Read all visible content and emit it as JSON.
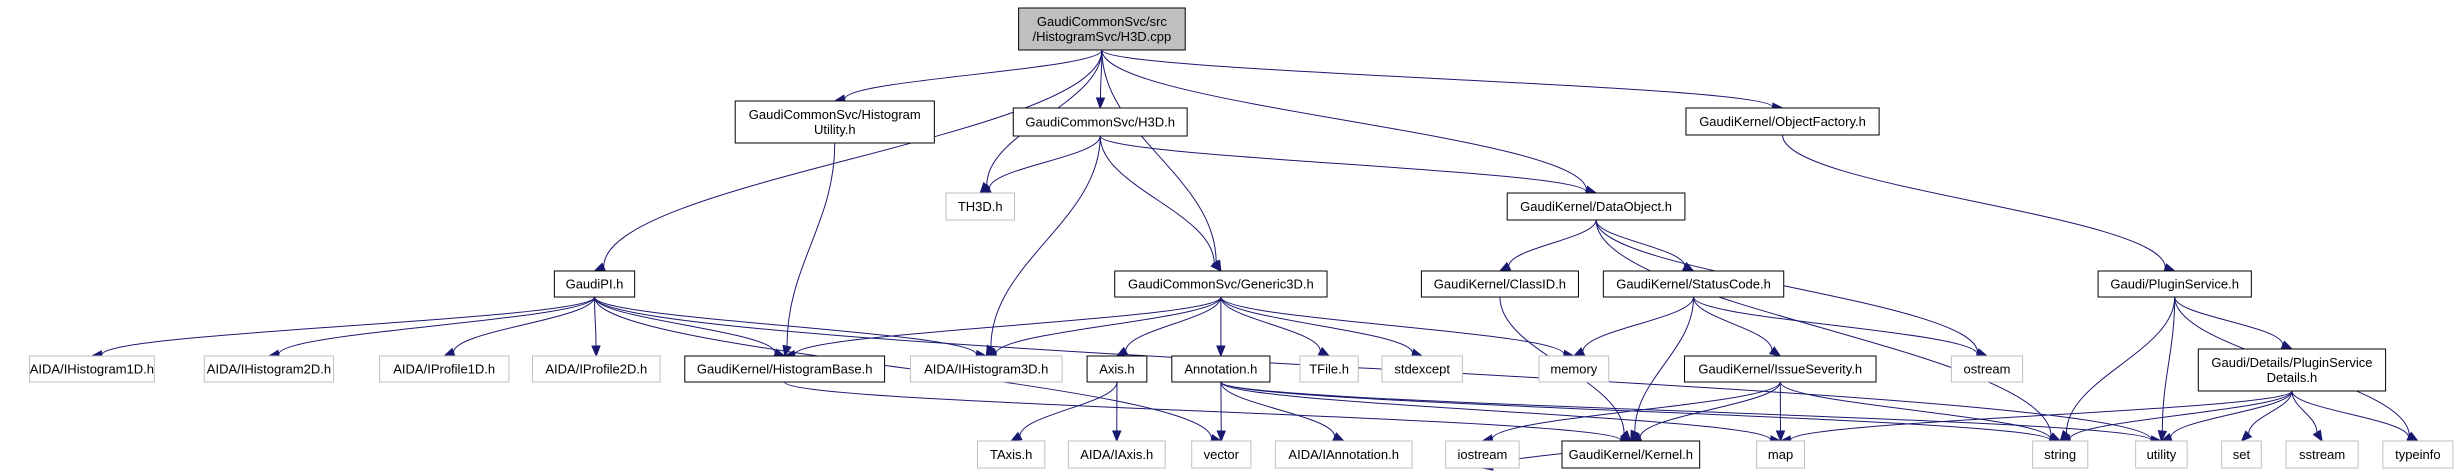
{
  "title": "GaudiCommonSvc/src/HistogramSvc/H3D.cpp include dependency graph",
  "colors": {
    "edge": "#191970",
    "root_fill": "#bfbfbf",
    "documented_border": "#000000",
    "external_border": "#bfbfbf"
  },
  "nodes": [
    {
      "id": "root",
      "lines": [
        "GaudiCommonSvc/src",
        "/HistogramSvc/H3D.cpp"
      ],
      "kind": "root"
    },
    {
      "id": "histutil",
      "lines": [
        "GaudiCommonSvc/Histogram",
        "Utility.h"
      ],
      "kind": "doc"
    },
    {
      "id": "h3dh",
      "lines": [
        "GaudiCommonSvc/H3D.h"
      ],
      "kind": "doc"
    },
    {
      "id": "objfactory",
      "lines": [
        "GaudiKernel/ObjectFactory.h"
      ],
      "kind": "doc"
    },
    {
      "id": "th3d",
      "lines": [
        "TH3D.h"
      ],
      "kind": "ext"
    },
    {
      "id": "dataobject",
      "lines": [
        "GaudiKernel/DataObject.h"
      ],
      "kind": "doc"
    },
    {
      "id": "gaudipi",
      "lines": [
        "GaudiPI.h"
      ],
      "kind": "doc"
    },
    {
      "id": "generic3d",
      "lines": [
        "GaudiCommonSvc/Generic3D.h"
      ],
      "kind": "doc"
    },
    {
      "id": "classid",
      "lines": [
        "GaudiKernel/ClassID.h"
      ],
      "kind": "doc"
    },
    {
      "id": "statuscode",
      "lines": [
        "GaudiKernel/StatusCode.h"
      ],
      "kind": "doc"
    },
    {
      "id": "pluginservice",
      "lines": [
        "Gaudi/PluginService.h"
      ],
      "kind": "doc"
    },
    {
      "id": "ih1d",
      "lines": [
        "AIDA/IHistogram1D.h"
      ],
      "kind": "ext"
    },
    {
      "id": "ih2d",
      "lines": [
        "AIDA/IHistogram2D.h"
      ],
      "kind": "ext"
    },
    {
      "id": "ip1d",
      "lines": [
        "AIDA/IProfile1D.h"
      ],
      "kind": "ext"
    },
    {
      "id": "ip2d",
      "lines": [
        "AIDA/IProfile2D.h"
      ],
      "kind": "ext"
    },
    {
      "id": "histbase",
      "lines": [
        "GaudiKernel/HistogramBase.h"
      ],
      "kind": "doc"
    },
    {
      "id": "ih3d",
      "lines": [
        "AIDA/IHistogram3D.h"
      ],
      "kind": "ext"
    },
    {
      "id": "axis",
      "lines": [
        "Axis.h"
      ],
      "kind": "doc"
    },
    {
      "id": "annotation",
      "lines": [
        "Annotation.h"
      ],
      "kind": "doc"
    },
    {
      "id": "tfile",
      "lines": [
        "TFile.h"
      ],
      "kind": "ext"
    },
    {
      "id": "stdexcept",
      "lines": [
        "stdexcept"
      ],
      "kind": "ext"
    },
    {
      "id": "memory",
      "lines": [
        "memory"
      ],
      "kind": "ext"
    },
    {
      "id": "issueseverity",
      "lines": [
        "GaudiKernel/IssueSeverity.h"
      ],
      "kind": "doc"
    },
    {
      "id": "ostream",
      "lines": [
        "ostream"
      ],
      "kind": "ext"
    },
    {
      "id": "psdetails",
      "lines": [
        "Gaudi/Details/PluginService",
        "Details.h"
      ],
      "kind": "doc"
    },
    {
      "id": "taxis",
      "lines": [
        "TAxis.h"
      ],
      "kind": "ext"
    },
    {
      "id": "iaxis",
      "lines": [
        "AIDA/IAxis.h"
      ],
      "kind": "ext"
    },
    {
      "id": "vector",
      "lines": [
        "vector"
      ],
      "kind": "ext"
    },
    {
      "id": "iannotation",
      "lines": [
        "AIDA/IAnnotation.h"
      ],
      "kind": "ext"
    },
    {
      "id": "iostream",
      "lines": [
        "iostream"
      ],
      "kind": "ext"
    },
    {
      "id": "kernel",
      "lines": [
        "GaudiKernel/Kernel.h"
      ],
      "kind": "doc"
    },
    {
      "id": "map",
      "lines": [
        "map"
      ],
      "kind": "ext"
    },
    {
      "id": "string",
      "lines": [
        "string"
      ],
      "kind": "ext"
    },
    {
      "id": "utility",
      "lines": [
        "utility"
      ],
      "kind": "ext"
    },
    {
      "id": "set",
      "lines": [
        "set"
      ],
      "kind": "ext"
    },
    {
      "id": "sstream",
      "lines": [
        "sstream"
      ],
      "kind": "ext"
    },
    {
      "id": "typeinfo",
      "lines": [
        "typeinfo"
      ],
      "kind": "ext"
    }
  ],
  "edges": [
    [
      "root",
      "gaudipi"
    ],
    [
      "root",
      "histutil"
    ],
    [
      "root",
      "th3d"
    ],
    [
      "root",
      "h3dh"
    ],
    [
      "root",
      "generic3d"
    ],
    [
      "root",
      "dataobject"
    ],
    [
      "root",
      "objfactory"
    ],
    [
      "histutil",
      "histbase"
    ],
    [
      "h3dh",
      "th3d"
    ],
    [
      "h3dh",
      "ih3d"
    ],
    [
      "h3dh",
      "generic3d"
    ],
    [
      "h3dh",
      "dataobject"
    ],
    [
      "objfactory",
      "pluginservice"
    ],
    [
      "dataobject",
      "classid"
    ],
    [
      "dataobject",
      "statuscode"
    ],
    [
      "dataobject",
      "ostream"
    ],
    [
      "dataobject",
      "string"
    ],
    [
      "gaudipi",
      "ih1d"
    ],
    [
      "gaudipi",
      "ih2d"
    ],
    [
      "gaudipi",
      "ip1d"
    ],
    [
      "gaudipi",
      "ip2d"
    ],
    [
      "gaudipi",
      "histbase"
    ],
    [
      "gaudipi",
      "ih3d"
    ],
    [
      "gaudipi",
      "vector"
    ],
    [
      "gaudipi",
      "utility"
    ],
    [
      "generic3d",
      "histbase"
    ],
    [
      "generic3d",
      "ih3d"
    ],
    [
      "generic3d",
      "axis"
    ],
    [
      "generic3d",
      "annotation"
    ],
    [
      "generic3d",
      "tfile"
    ],
    [
      "generic3d",
      "stdexcept"
    ],
    [
      "generic3d",
      "memory"
    ],
    [
      "classid",
      "kernel"
    ],
    [
      "statuscode",
      "memory"
    ],
    [
      "statuscode",
      "issueseverity"
    ],
    [
      "statuscode",
      "kernel"
    ],
    [
      "statuscode",
      "ostream"
    ],
    [
      "pluginservice",
      "psdetails"
    ],
    [
      "pluginservice",
      "string"
    ],
    [
      "pluginservice",
      "utility"
    ],
    [
      "pluginservice",
      "typeinfo"
    ],
    [
      "histbase",
      "kernel"
    ],
    [
      "axis",
      "taxis"
    ],
    [
      "axis",
      "iaxis"
    ],
    [
      "annotation",
      "iannotation"
    ],
    [
      "annotation",
      "vector"
    ],
    [
      "annotation",
      "map"
    ],
    [
      "annotation",
      "string"
    ],
    [
      "annotation",
      "utility"
    ],
    [
      "issueseverity",
      "iostream"
    ],
    [
      "issueseverity",
      "map"
    ],
    [
      "issueseverity",
      "string"
    ],
    [
      "issueseverity",
      "kernel"
    ],
    [
      "psdetails",
      "map"
    ],
    [
      "psdetails",
      "string"
    ],
    [
      "psdetails",
      "utility"
    ],
    [
      "psdetails",
      "set"
    ],
    [
      "psdetails",
      "sstream"
    ],
    [
      "psdetails",
      "typeinfo"
    ],
    [
      "kernel",
      "iostream"
    ]
  ]
}
